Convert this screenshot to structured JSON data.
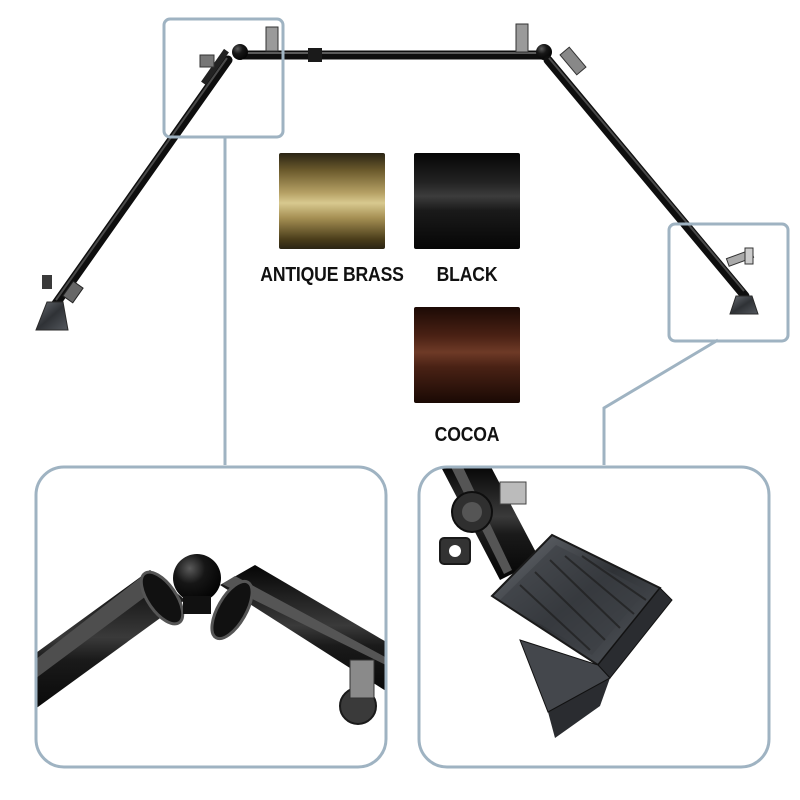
{
  "colors": {
    "frame": "#9fb3c2",
    "rod": "#0e0e0e",
    "finial": "#4a4d52"
  },
  "swatches": [
    {
      "label": "ANTIQUE BRASS",
      "color": "#b7a266"
    },
    {
      "label": "BLACK",
      "color": "#1a1a1a"
    },
    {
      "label": "COCOA",
      "color": "#5a2c1c"
    }
  ],
  "icons": [
    "bay-window-curtain-rod-icon",
    "corner-connector-icon",
    "finial-icon"
  ]
}
